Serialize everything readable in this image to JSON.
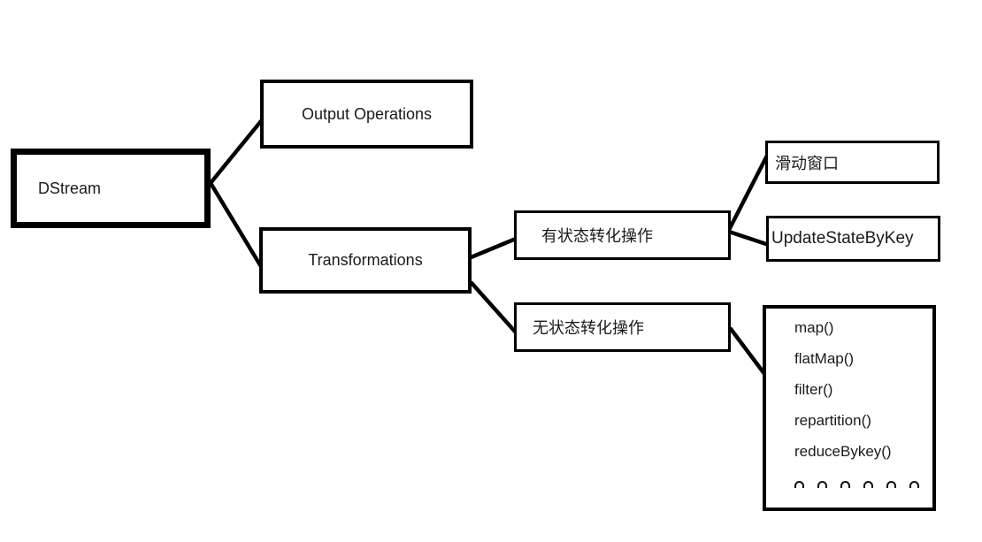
{
  "diagram": {
    "title": "DStream operations diagram",
    "colors": {
      "border": "#000000",
      "text": "#1a1a1a",
      "background": "#ffffff"
    },
    "nodes": {
      "dstream": {
        "label": "DStream"
      },
      "output_operations": {
        "label": "Output Operations"
      },
      "transformations": {
        "label": "Transformations"
      },
      "stateful": {
        "label": "有状态转化操作"
      },
      "stateless": {
        "label": "无状态转化操作"
      },
      "sliding_window": {
        "label": "滑动窗口"
      },
      "update_state_by_key": {
        "label": "UpdateStateByKey"
      },
      "stateless_functions": {
        "items": [
          "map()",
          "flatMap()",
          "filter()",
          "repartition()",
          "reduceBykey()"
        ],
        "ellipsis_count": 6
      }
    },
    "edges": [
      {
        "from": "dstream",
        "to": "output_operations"
      },
      {
        "from": "dstream",
        "to": "transformations"
      },
      {
        "from": "transformations",
        "to": "stateful"
      },
      {
        "from": "transformations",
        "to": "stateless"
      },
      {
        "from": "stateful",
        "to": "sliding_window"
      },
      {
        "from": "stateful",
        "to": "update_state_by_key"
      },
      {
        "from": "stateless",
        "to": "stateless_functions"
      }
    ]
  }
}
